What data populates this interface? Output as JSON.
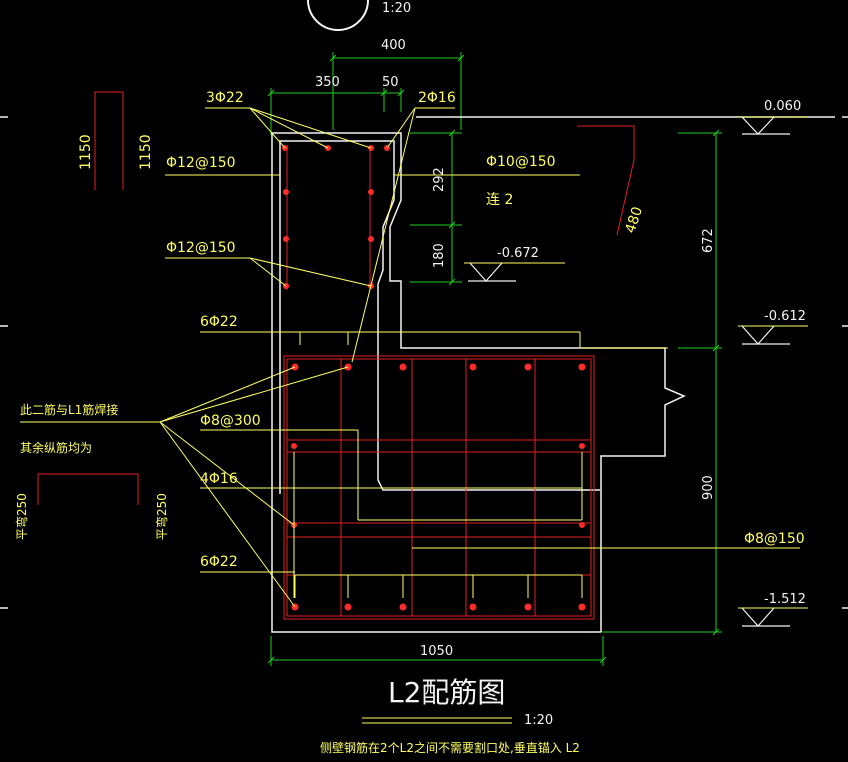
{
  "drawing": {
    "scale_top": "1:20",
    "title": "L2配筋图",
    "scale": "1:20",
    "note": "侧壁钢筋在2个L2之间不需要割口处,垂直锚入 L2"
  },
  "dimensions": {
    "top_total": "400",
    "top_left": "350",
    "top_right": "50",
    "seg_292": "292",
    "seg_180": "180",
    "right_672": "672",
    "right_900": "900",
    "bottom_1050": "1050",
    "left_1150a": "1150",
    "left_1150b": "1150",
    "slant_480": "480"
  },
  "labels": {
    "bar_3phi22": "3Φ22",
    "bar_2phi16": "2Φ16",
    "stirrup_phi12_150_a": "Φ12@150",
    "stirrup_phi10_150": "Φ10@150",
    "note_lian2": "连 2",
    "stirrup_phi12_150_b": "Φ12@150",
    "bar_6phi22_top": "6Φ22",
    "stirrup_phi8_300": "Φ8@300",
    "bar_4phi16": "4Φ16",
    "bar_6phi22_bottom": "6Φ22",
    "stirrup_phi8_150": "Φ8@150",
    "weld_note_line1": "此二筋与L1筋焊接",
    "weld_note_line2": "其余纵筋均为",
    "hook_left": "平弯250",
    "hook_right": "平弯250"
  },
  "elevations": {
    "top": "0.060",
    "mid_left": "-0.672",
    "mid_right": "-0.612",
    "bottom": "-1.512"
  },
  "colors": {
    "background": "#000000",
    "outline": "#f4f4f4",
    "rebar_grid": "#e02020",
    "rebar_dot": "#ff2a2a",
    "dimension": "#22cc22",
    "leader": "#ffff66",
    "text": "#ffff66"
  }
}
